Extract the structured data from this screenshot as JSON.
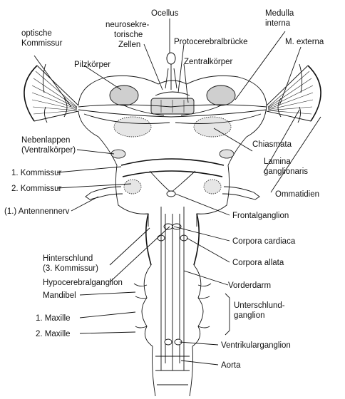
{
  "labels": {
    "ocellus": "Ocellus",
    "neurosekret_1": "neurosekre-",
    "neurosekret_2": "torische",
    "neurosekret_3": "Zellen",
    "medulla_interna_1": "Medulla",
    "medulla_interna_2": "interna",
    "optische_kommissur_1": "optische",
    "optische_kommissur_2": "Kommissur",
    "protocerebralbruecke": "Protocerebralbrücke",
    "m_externa": "M. externa",
    "pilzkoerper": "Pilzkörper",
    "zentralkoerper": "Zentralkörper",
    "nebenlappen_1": "Nebenlappen",
    "nebenlappen_2": "(Ventralkörper)",
    "chiasmata": "Chiasmata",
    "lamina_1": "Lamina",
    "lamina_2": "ganglionaris",
    "kommissur_1": "1. Kommissur",
    "kommissur_2": "2. Kommissur",
    "ommatidien": "Ommatidien",
    "antennennerv": "(1.) Antennennerv",
    "frontalganglion": "Frontalganglion",
    "corpora_cardiaca": "Corpora cardiaca",
    "hinterschlund_1": "Hinterschlund",
    "hinterschlund_2": "(3. Kommissur)",
    "corpora_allata": "Corpora allata",
    "hypocerebralganglion": "Hypocerebralganglion",
    "vorderdarm": "Vorderdarm",
    "mandibel": "Mandibel",
    "unterschlund_1": "Unterschlund-",
    "unterschlund_2": "ganglion",
    "maxille_1": "1. Maxille",
    "maxille_2": "2. Maxille",
    "ventrikularganglion": "Ventrikularganglion",
    "aorta": "Aorta"
  }
}
